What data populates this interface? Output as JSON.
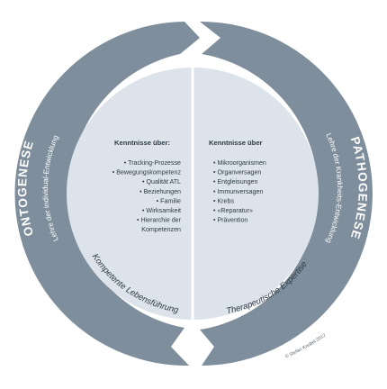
{
  "left_ring": {
    "title": "ONTOGENESE",
    "subtitle": "Lehre der individual-Entwicklung"
  },
  "right_ring": {
    "title": "PATHOGENESE",
    "subtitle": "Lehre der Krankheits-Entwicklung"
  },
  "left_panel": {
    "heading": "Kenntnisse über:",
    "items": [
      "• Tracking-Prozesse",
      "• Bewegungskompetenz",
      "• Qualität ATL",
      "• Beziehungen",
      "• Familie",
      "• Wirksamkeit",
      "• Hierarchie der",
      "Kompetenzen"
    ],
    "curved_label": "Kompetente Lebensführung"
  },
  "right_panel": {
    "heading": "Kenntnisse über",
    "items": [
      "• Mikroorganismen",
      "• Organversagen",
      "• Entgleisungen",
      "• Immunversagen",
      "• Krebs",
      "• «Reparatur»",
      "• Prävention"
    ],
    "curved_label": "Therapeutische Expertise"
  },
  "copyright": "© Stefan Knobel 2017",
  "colors": {
    "ring": "#7f8e9c",
    "ring_dark": "#6f7e8c",
    "inner": "#dce3ea",
    "divider": "#ffffff",
    "text": "#2d3a46"
  }
}
